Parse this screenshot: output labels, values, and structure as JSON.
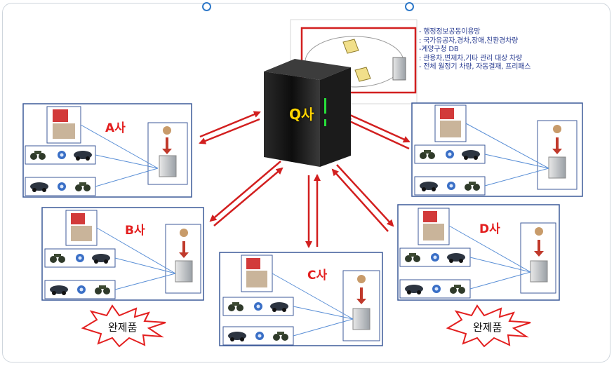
{
  "legend": {
    "line1": "- 행정정보공동이용망",
    "line2": ": 국가유공자,경차,장애,친환경차량",
    "line3": "-계양구청 DB",
    "line4": ": 관용차,면제차,기타 관리 대상 차량",
    "line5": "- 전체 월정기 차량, 자동결재, 프리패스"
  },
  "server": {
    "label": "Q사"
  },
  "companies": {
    "a": "A사",
    "b": "B사",
    "c": "C사",
    "d": "D사"
  },
  "finished_product": {
    "left": "완제품",
    "right": "완제품"
  },
  "colors": {
    "arrow": "#d21f1f",
    "box_border": "#3c5a99",
    "connector": "#5a8fd6"
  }
}
